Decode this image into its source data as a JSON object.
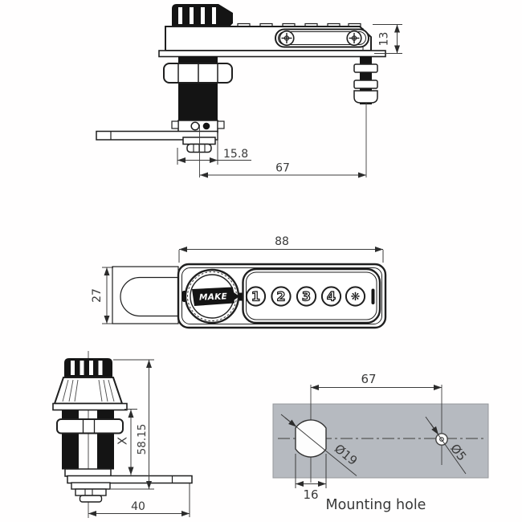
{
  "drawing": {
    "brand_logo": "MAKE",
    "caption": "Mounting hole",
    "keypad": {
      "btn1": "1",
      "btn2": "2",
      "btn3": "3",
      "btn4": "4",
      "btn5": "❋"
    },
    "dims": {
      "top_view": {
        "body_width": "15.8",
        "center_to_screw": "67",
        "housing_height": "13"
      },
      "front_view": {
        "overall_width": "88",
        "overall_height": "27"
      },
      "side_view": {
        "grip_length": "X",
        "overall_length": "58.15",
        "cam_reach": "40"
      },
      "mounting_view": {
        "hole_spacing": "67",
        "cam_hole_dia": "Ø19",
        "screw_hole_dia": "Ø5",
        "hole_flat_width": "16"
      }
    },
    "colors": {
      "line": "#1f1f1f",
      "panel_gray": "#b6bac0",
      "dim_text": "#3a3a3a"
    }
  }
}
